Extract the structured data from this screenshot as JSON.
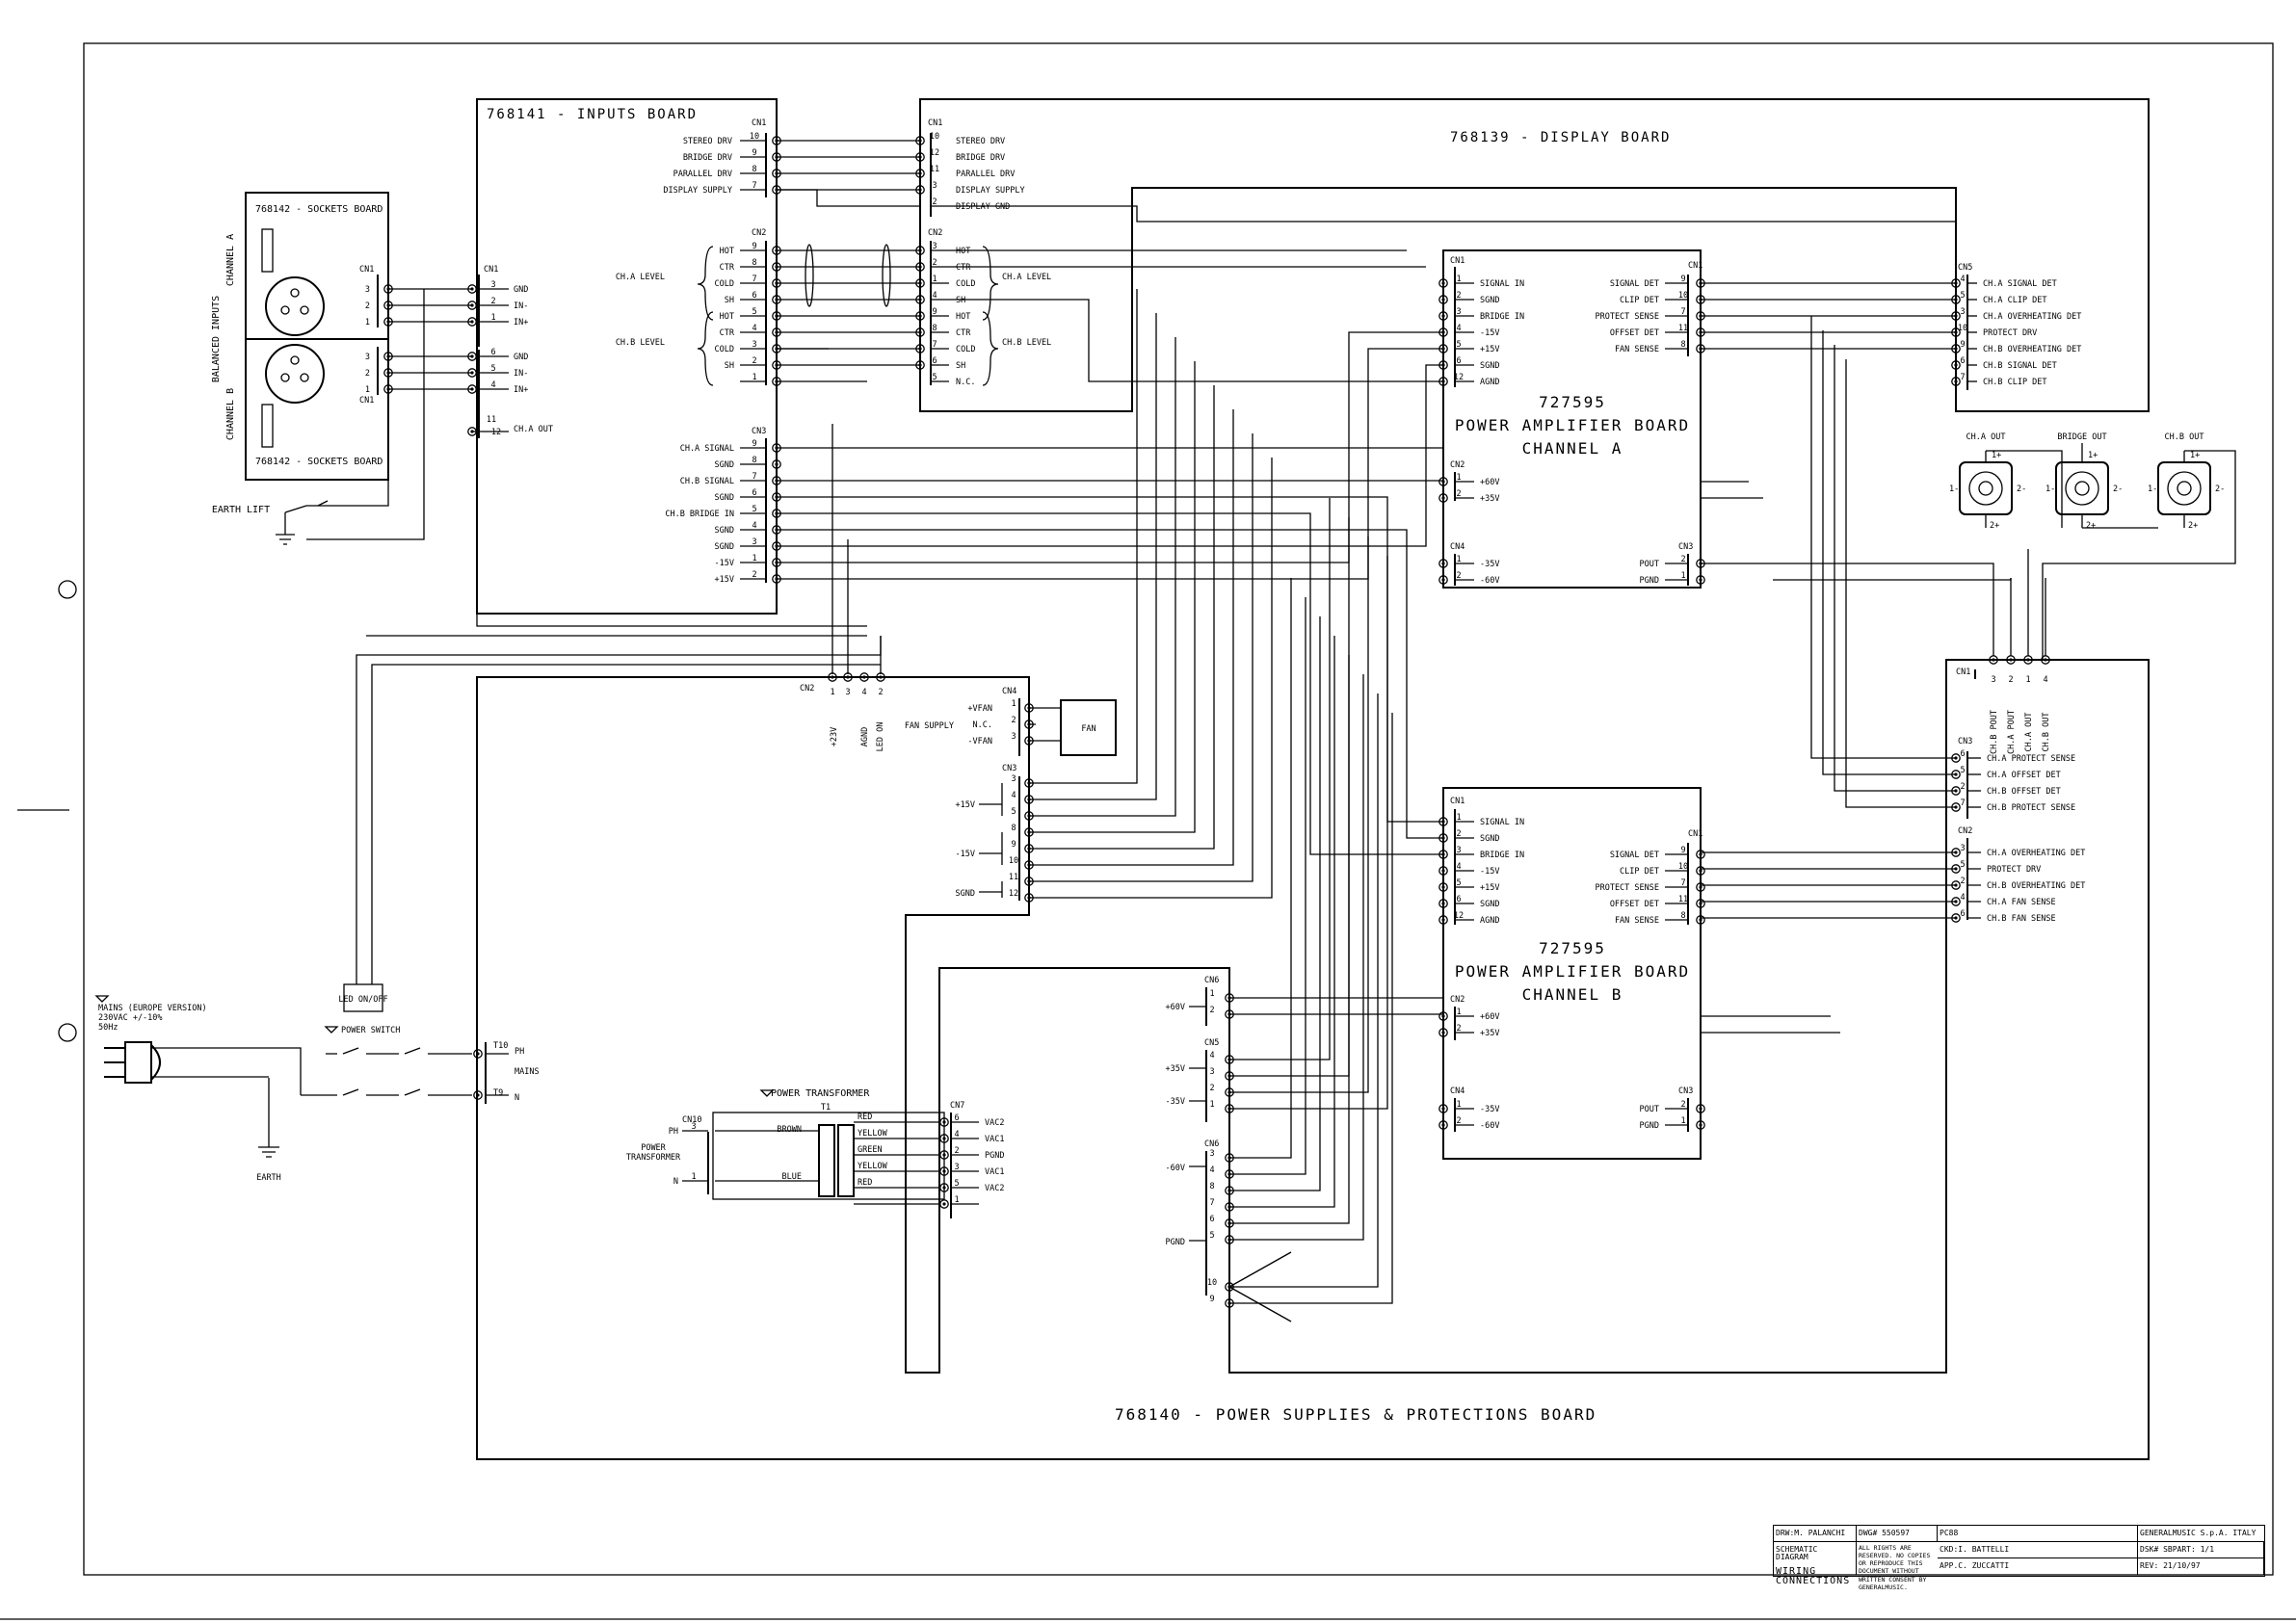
{
  "boards": {
    "inputs": "768141  -  INPUTS BOARD",
    "display": "768139  -  DISPLAY BOARD",
    "sockets_top": "768142 - SOCKETS BOARD",
    "sockets_bottom": "768142 - SOCKETS BOARD",
    "power_supply": "768140  -  POWER SUPPLIES & PROTECTIONS BOARD",
    "amp_a": [
      "727595",
      "POWER AMPLIFIER BOARD",
      "CHANNEL A"
    ],
    "amp_b": [
      "727595",
      "POWER AMPLIFIER BOARD",
      "CHANNEL B"
    ]
  },
  "side_labels": {
    "balanced": "BALANCED INPUTS",
    "ch_a": "CHANNEL A",
    "ch_b": "CHANNEL B"
  },
  "connectors": {
    "cn1": "CN1",
    "cn2": "CN2",
    "cn3": "CN3",
    "cn4": "CN4",
    "cn5": "CN5",
    "cn6": "CN6",
    "cn7": "CN7",
    "cn10": "CN10",
    "t10": "T10",
    "t9": "T9",
    "t1": "T1"
  },
  "inputs_cn1": [
    {
      "pin": "10",
      "label": "STEREO DRV"
    },
    {
      "pin": "9",
      "label": "BRIDGE DRV"
    },
    {
      "pin": "8",
      "label": "PARALLEL DRV"
    },
    {
      "pin": "7",
      "label": "DISPLAY SUPPLY"
    }
  ],
  "display_cn1": [
    {
      "pin": "10",
      "label": "STEREO DRV"
    },
    {
      "pin": "12",
      "label": "BRIDGE DRV"
    },
    {
      "pin": "11",
      "label": "PARALLEL DRV"
    },
    {
      "pin": "3",
      "label": "DISPLAY SUPPLY"
    },
    {
      "pin": "2",
      "label": "DISPLAY GND"
    }
  ],
  "inputs_cn2": [
    {
      "pin": "9",
      "label": "HOT"
    },
    {
      "pin": "8",
      "label": "CTR"
    },
    {
      "pin": "7",
      "label": "COLD"
    },
    {
      "pin": "6",
      "label": "SH"
    },
    {
      "pin": "5",
      "label": "HOT"
    },
    {
      "pin": "4",
      "label": "CTR"
    },
    {
      "pin": "3",
      "label": "COLD"
    },
    {
      "pin": "2",
      "label": "SH"
    },
    {
      "pin": "1",
      "label": ""
    }
  ],
  "display_cn2": [
    {
      "pin": "3",
      "label": "HOT"
    },
    {
      "pin": "2",
      "label": "CTR"
    },
    {
      "pin": "1",
      "label": "COLD"
    },
    {
      "pin": "4",
      "label": "SH"
    },
    {
      "pin": "9",
      "label": "HOT"
    },
    {
      "pin": "8",
      "label": "CTR"
    },
    {
      "pin": "7",
      "label": "COLD"
    },
    {
      "pin": "6",
      "label": "SH"
    },
    {
      "pin": "5",
      "label": "N.C."
    }
  ],
  "level_labels": {
    "a": "CH.A LEVEL",
    "b": "CH.B LEVEL"
  },
  "inputs_cn3": [
    {
      "pin": "9",
      "label": "CH.A SIGNAL"
    },
    {
      "pin": "8",
      "label": "SGND"
    },
    {
      "pin": "7",
      "label": "CH.B SIGNAL"
    },
    {
      "pin": "6",
      "label": "SGND"
    },
    {
      "pin": "5",
      "label": "CH.B BRIDGE IN"
    },
    {
      "pin": "4",
      "label": "SGND"
    },
    {
      "pin": "3",
      "label": "SGND"
    },
    {
      "pin": "1",
      "label": "-15V"
    },
    {
      "pin": "2",
      "label": "+15V"
    }
  ],
  "sockets_cn1": [
    {
      "pin": "3",
      "label": "GND"
    },
    {
      "pin": "2",
      "label": "IN-"
    },
    {
      "pin": "1",
      "label": "IN+"
    },
    {
      "pin": "6",
      "label": "GND"
    },
    {
      "pin": "5",
      "label": "IN-"
    },
    {
      "pin": "4",
      "label": "IN+"
    }
  ],
  "sockets_extra": [
    {
      "pin": "11",
      "label": ""
    },
    {
      "pin": "12",
      "label": "CH.A OUT"
    }
  ],
  "socket_pins": [
    "3",
    "2",
    "1",
    "3",
    "2",
    "1"
  ],
  "earth_lift": "EARTH LIFT",
  "amp_cn1_left": [
    {
      "pin": "1",
      "label": "SIGNAL IN"
    },
    {
      "pin": "2",
      "label": "SGND"
    },
    {
      "pin": "3",
      "label": "BRIDGE IN"
    },
    {
      "pin": "4",
      "label": "-15V"
    },
    {
      "pin": "5",
      "label": "+15V"
    },
    {
      "pin": "6",
      "label": "SGND"
    },
    {
      "pin": "12",
      "label": "AGND"
    }
  ],
  "amp_cn1_right": [
    {
      "pin": "9",
      "label": "SIGNAL DET"
    },
    {
      "pin": "10",
      "label": "CLIP DET"
    },
    {
      "pin": "7",
      "label": "PROTECT SENSE"
    },
    {
      "pin": "11",
      "label": "OFFSET DET"
    },
    {
      "pin": "8",
      "label": "FAN SENSE"
    }
  ],
  "amp_cn2": [
    {
      "pin": "1",
      "label": "+60V"
    },
    {
      "pin": "2",
      "label": "+35V"
    }
  ],
  "amp_cn4": [
    {
      "pin": "1",
      "label": "-35V"
    },
    {
      "pin": "2",
      "label": "-60V"
    }
  ],
  "amp_cn3": [
    {
      "pin": "2",
      "label": "POUT"
    },
    {
      "pin": "1",
      "label": "PGND"
    }
  ],
  "disp_cn5": [
    {
      "pin": "4",
      "label": "CH.A SIGNAL DET"
    },
    {
      "pin": "5",
      "label": "CH.A CLIP DET"
    },
    {
      "pin": "3",
      "label": "CH.A OVERHEATING DET"
    },
    {
      "pin": "10",
      "label": "PROTECT DRV"
    },
    {
      "pin": "9",
      "label": "CH.B OVERHEATING DET"
    },
    {
      "pin": "6",
      "label": "CH.B SIGNAL DET"
    },
    {
      "pin": "7",
      "label": "CH.B CLIP DET"
    }
  ],
  "outputs": {
    "labels": [
      "CH.A OUT",
      "BRIDGE OUT",
      "CH.B OUT"
    ],
    "pins": {
      "p1p": "1+",
      "p1m": "1-",
      "p2p": "2+",
      "p2m": "2-"
    }
  },
  "ps_cn1_top": [
    {
      "pin": "3",
      "label": "CH.B POUT"
    },
    {
      "pin": "2",
      "label": "CH.A POUT"
    },
    {
      "pin": "1",
      "label": "CH.A OUT"
    },
    {
      "pin": "4",
      "label": "CH.B OUT"
    }
  ],
  "ps_cn3_right": [
    {
      "pin": "6",
      "label": "CH.A PROTECT SENSE"
    },
    {
      "pin": "5",
      "label": "CH.A OFFSET DET"
    },
    {
      "pin": "2",
      "label": "CH.B OFFSET DET"
    },
    {
      "pin": "7",
      "label": "CH.B PROTECT SENSE"
    }
  ],
  "ps_cn2_right": [
    {
      "pin": "3",
      "label": "CH.A OVERHEATING DET"
    },
    {
      "pin": "5",
      "label": "PROTECT DRV"
    },
    {
      "pin": "2",
      "label": "CH.B OVERHEATING DET"
    },
    {
      "pin": "4",
      "label": "CH.A FAN SENSE"
    },
    {
      "pin": "6",
      "label": "CH.B FAN SENSE"
    }
  ],
  "ps_cn2_top": {
    "pins": [
      "1",
      "3",
      "4",
      "2"
    ],
    "labels": [
      "+23V",
      "AGND",
      "LED ON"
    ]
  },
  "fan": {
    "cn4": [
      {
        "pin": "1",
        "label": "+VFAN"
      },
      {
        "pin": "2",
        "label": "N.C."
      },
      {
        "pin": "3",
        "label": "-VFAN"
      }
    ],
    "supply_label": "FAN SUPPLY",
    "box": "FAN"
  },
  "ps_cn3_left": {
    "pins": [
      "3",
      "4",
      "5",
      "8",
      "9",
      "10",
      "11",
      "12"
    ],
    "rails": [
      "+15V",
      "-15V",
      "SGND"
    ]
  },
  "mains": {
    "warning": "MAINS (EUROPE VERSION)",
    "spec": "230VAC +/-10%",
    "freq": "50Hz",
    "power_switch": "POWER SWITCH",
    "earth": "EARTH",
    "ph": "PH",
    "n": "N",
    "mains": "MAINS",
    "led": "LED ON/OFF"
  },
  "transformer": {
    "title": "POWER TRANSFORMER",
    "label": "POWER TRANSFORMER",
    "primary": [
      {
        "pin": "3",
        "label": "PH"
      },
      {
        "pin": "1",
        "label": "N"
      }
    ],
    "primary_colors": [
      "BROWN",
      "BLUE"
    ],
    "secondary": [
      {
        "pin": "6",
        "color": "RED",
        "label": "VAC2"
      },
      {
        "pin": "4",
        "color": "YELLOW",
        "label": "VAC1"
      },
      {
        "pin": "2",
        "color": "GREEN",
        "label": "PGND"
      },
      {
        "pin": "3",
        "color": "YELLOW",
        "label": "VAC1"
      },
      {
        "pin": "5",
        "color": "RED",
        "label": "VAC2"
      },
      {
        "pin": "1",
        "color": "",
        "label": ""
      }
    ]
  },
  "ps_rails": {
    "cn6": {
      "pins": [
        "1",
        "2"
      ],
      "label": "+60V"
    },
    "cn5": {
      "pins": [
        "4",
        "3",
        "2",
        "1"
      ],
      "labels": [
        "+35V",
        "-35V"
      ]
    },
    "cn8": {
      "pins": [
        "3",
        "4",
        "8",
        "7",
        "6",
        "5",
        "10",
        "9"
      ],
      "labels": [
        "-60V",
        "PGND"
      ]
    }
  },
  "title_block": {
    "drw": "DRW:M. PALANCHI",
    "dwg": "DWG# 550597",
    "model": "PC88",
    "ckd": "CKD:I. BATTELLI",
    "dsk": "DSK# SBPART: 1/1",
    "title1": "SCHEMATIC DIAGRAM",
    "app": "APP.C. ZUCCATTI",
    "rev": "REV: 21/10/97",
    "title2": "WIRING CONNECTIONS",
    "company": "GENERALMUSIC S.p.A. ITALY",
    "rights": [
      "ALL RIGHTS ARE RESERVED. NO COPIES",
      "OR REPRODUCE THIS DOCUMENT WITHOUT",
      "WRITTEN CONSENT BY GENERALMUSIC."
    ]
  }
}
